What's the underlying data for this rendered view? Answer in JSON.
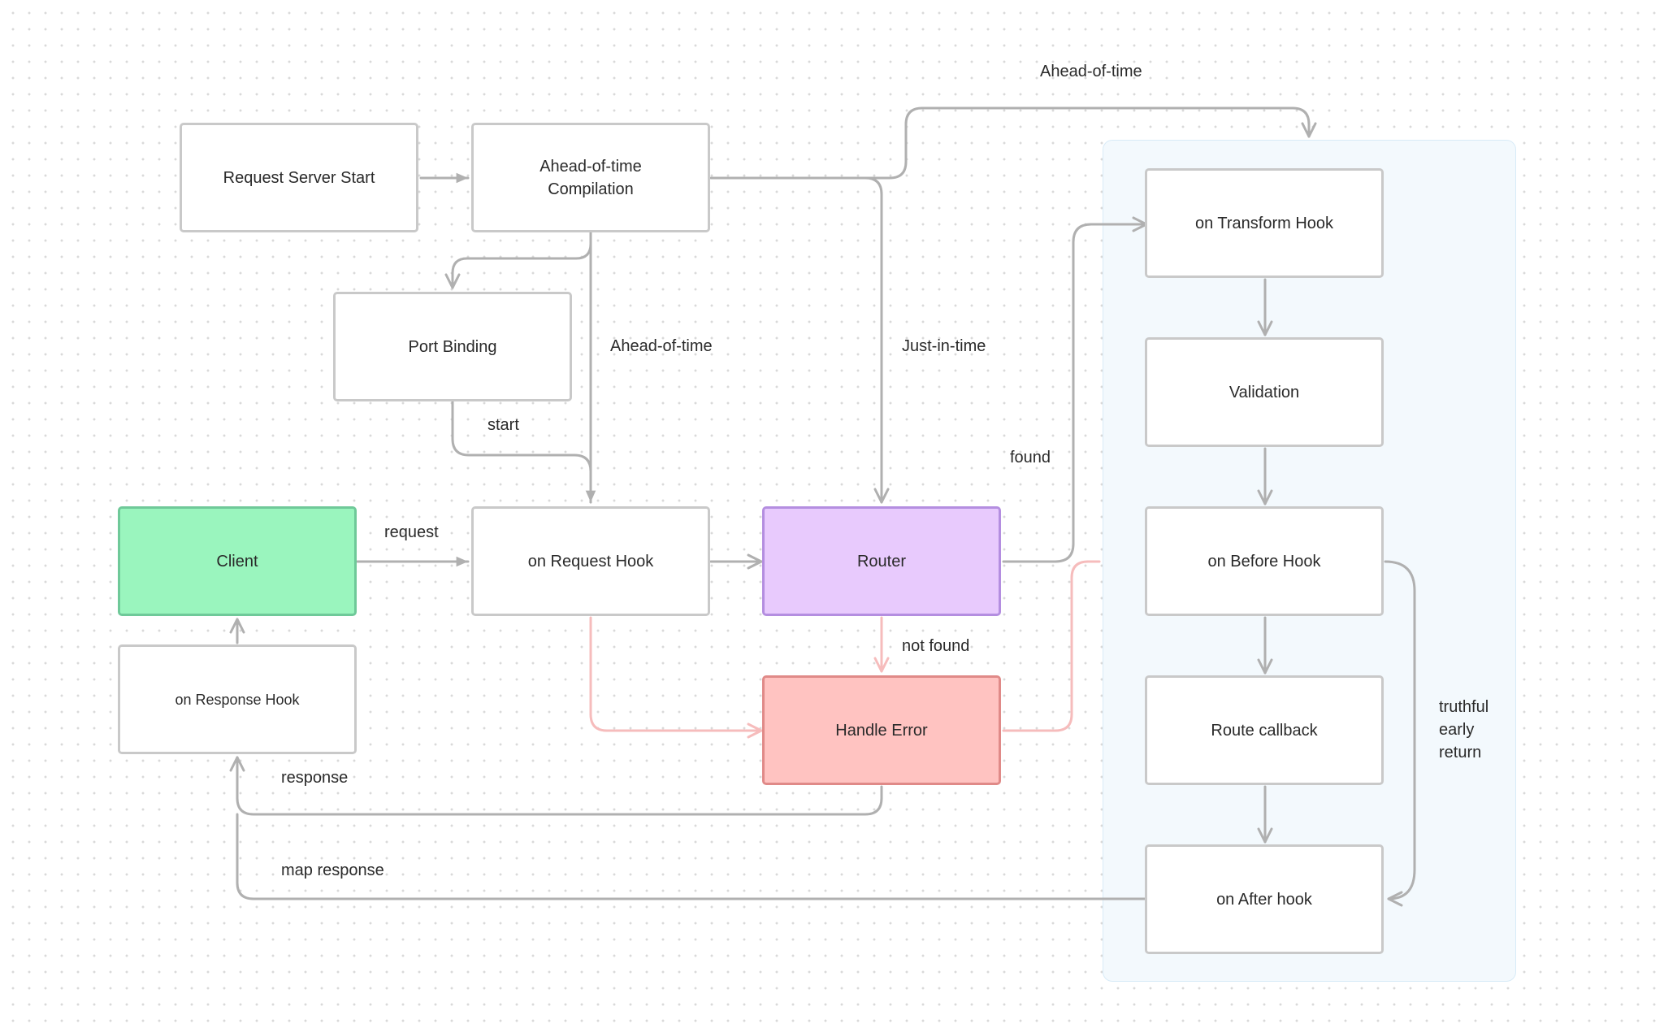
{
  "nodes": {
    "request_server_start": "Request Server Start",
    "aot_compilation": "Ahead-of-time\nCompilation",
    "port_binding": "Port Binding",
    "client": "Client",
    "on_request_hook": "on Request Hook",
    "router": "Router",
    "handle_error": "Handle Error",
    "on_response_hook": "on Response Hook",
    "on_transform_hook": "on Transform Hook",
    "validation": "Validation",
    "on_before_hook": "on Before Hook",
    "route_callback": "Route callback",
    "on_after_hook": "on After hook"
  },
  "edge_labels": {
    "ahead_of_time_top": "Ahead-of-time",
    "ahead_of_time_mid": "Ahead-of-time",
    "just_in_time": "Just-in-time",
    "start": "start",
    "found": "found",
    "request": "request",
    "not_found": "not found",
    "response": "response",
    "map_response": "map response",
    "truthful_early_return": "truthful\nearly\nreturn"
  },
  "colors": {
    "client": "#9af5be",
    "router": "#e8cafd",
    "handle_error": "#ffc3c1",
    "lifecycle_group": "#f3f9fd",
    "edge_gray": "#b0b0b0",
    "edge_pink": "#f6bcbc"
  }
}
